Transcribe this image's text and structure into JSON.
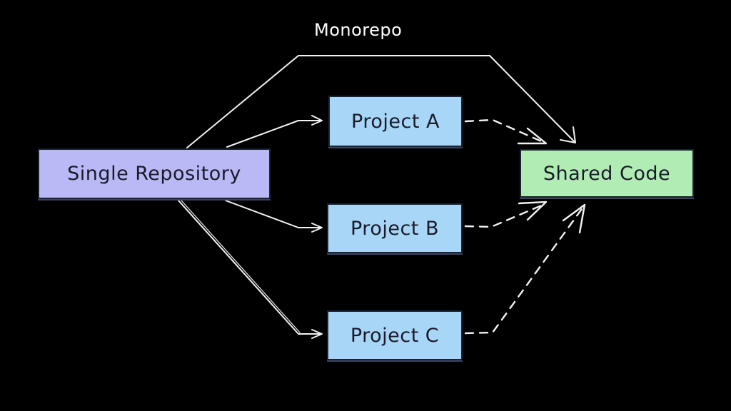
{
  "diagram": {
    "title": "Monorepo",
    "nodes": {
      "single": {
        "label": "Single Repository",
        "color": "#b9b9f5"
      },
      "project_a": {
        "label": "Project A",
        "color": "#a8d6f7"
      },
      "project_b": {
        "label": "Project B",
        "color": "#a8d6f7"
      },
      "project_c": {
        "label": "Project C",
        "color": "#a8d6f7"
      },
      "shared": {
        "label": "Shared Code",
        "color": "#b0ecb4"
      }
    },
    "edges": [
      {
        "from": "single",
        "to": "shared",
        "style": "solid"
      },
      {
        "from": "single",
        "to": "project_a",
        "style": "solid"
      },
      {
        "from": "single",
        "to": "project_b",
        "style": "solid"
      },
      {
        "from": "single",
        "to": "project_c",
        "style": "solid"
      },
      {
        "from": "project_a",
        "to": "shared",
        "style": "dashed"
      },
      {
        "from": "project_b",
        "to": "shared",
        "style": "dashed"
      },
      {
        "from": "project_c",
        "to": "shared",
        "style": "dashed"
      }
    ]
  }
}
